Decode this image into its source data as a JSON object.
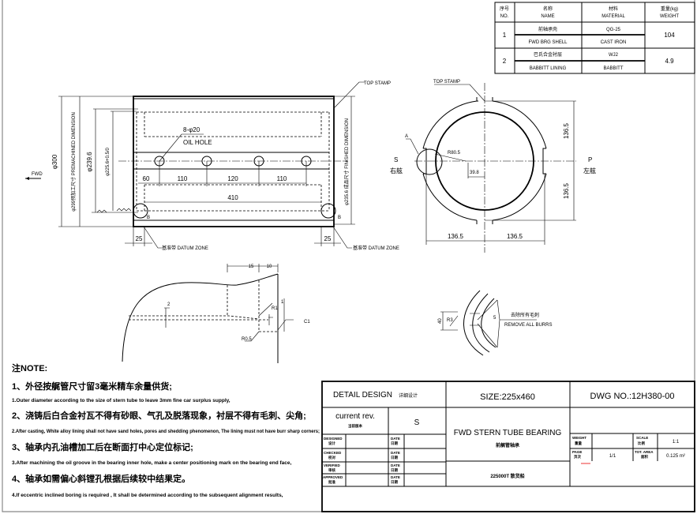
{
  "parts_table": {
    "headers": [
      {
        "cn": "序号",
        "en": "NO."
      },
      {
        "cn": "名称",
        "en": "NAME"
      },
      {
        "cn": "材料",
        "en": "MATERIAL"
      },
      {
        "cn": "重量(kg)",
        "en": "WEIGHT"
      }
    ],
    "rows": [
      {
        "no": "1",
        "name_cn": "前轴承壳",
        "name_en": "FWD BRG SHELL",
        "mat_cn": "QG-25",
        "mat_en": "CAST IRON",
        "weight": "104"
      },
      {
        "no": "2",
        "name_cn": "巴氏合金衬层",
        "name_en": "BABBITT LINING",
        "mat_cn": "WJ2",
        "mat_en": "BABBITT",
        "weight": "4.9"
      }
    ]
  },
  "side_view": {
    "top_stamp": "TOP STAMP",
    "fwd": "FWD",
    "d300": "φ300",
    "d299": "φ299预加工尺寸 PREMACHINED DIMENSION",
    "d239": "φ239.6",
    "d225": "φ225.6+0.5/0",
    "d235": "φ235.6 成品尺寸 FINISHED DIMENSION",
    "oil_hole_count": "8-φ20",
    "oil_hole": "OIL HOLE",
    "dims": [
      "60",
      "110",
      "120",
      "110"
    ],
    "dim_total": "410",
    "end_dim": "25",
    "datum": "基准带 DATUM ZONE",
    "detail_b": "B"
  },
  "end_view": {
    "top_stamp": "TOP STAMP",
    "detail_a": "A",
    "s": "S",
    "s_cn": "右舷",
    "p": "P",
    "p_cn": "左舷",
    "r": "R80.5",
    "offset": "39.8",
    "half": "136.5"
  },
  "detail_b": {
    "d15": "15",
    "d10": "10",
    "d2": "2",
    "r1": "R1",
    "d1": "1",
    "c1": "C1",
    "r05": "R0.5"
  },
  "detail_a": {
    "d40": "40",
    "r3": "R3",
    "d5": "5",
    "note_cn": "去除所有毛刺",
    "note_en": "REMOVE ALL BURRS"
  },
  "notes": {
    "title": "注NOTE:",
    "items": [
      {
        "cn": "1、外径按艉管尺寸留3毫米精车余量供货;",
        "en": "1.Outer diameter according to the size of stern tube to leave 3mm fine car surplus supply,"
      },
      {
        "cn": "2、浇铸后白合金衬瓦不得有砂眼、气孔及脱落现象，衬层不得有毛刺、尖角;",
        "en": "2.After casting, White alloy lining shall not have sand holes, pores and shedding phenomenon, The lining must not have burr sharp corners;"
      },
      {
        "cn": "3、轴承内孔油槽加工后在断面打中心定位标记;",
        "en": "3.After machining the oil groove in the bearing inner hole, make a center positioning mark on the bearing end face,"
      },
      {
        "cn": "4、轴承如需偏心斜镗孔根据后续较中结果定。",
        "en": "4.If eccentric inclined boring is required , It shall be determined according to the subsequent alignment results,"
      }
    ]
  },
  "title_block": {
    "detail_design": "DETAIL DESIGN",
    "detail_design_cn": "详细设计",
    "size": "SIZE:225x460",
    "dwg_no": "DWG NO.:12H380-00",
    "current_rev": "current rev.",
    "current_rev_cn": "当前版本",
    "rev": "S",
    "title_en": "FWD STERN TUBE BEARING",
    "title_cn": "前艉管轴承",
    "project": "225000T 散货船",
    "roles": [
      {
        "en": "DESIGNED",
        "cn": "设计"
      },
      {
        "en": "CHECKED",
        "cn": "校对"
      },
      {
        "en": "VERIFIED",
        "cn": "审核"
      },
      {
        "en": "APPROVED",
        "cn": "批准"
      }
    ],
    "date": "DATE",
    "date_cn": "日期",
    "weight": "WEIGHT",
    "weight_cn": "重量",
    "scale": "SCALE",
    "scale_cn": "比例",
    "scale_val": "1:1",
    "page": "PAGE",
    "page_cn": "页次",
    "page_val": "1/1",
    "area": "TOT. AREA",
    "area_cn": "面积",
    "area_val": "0.125 m²"
  }
}
